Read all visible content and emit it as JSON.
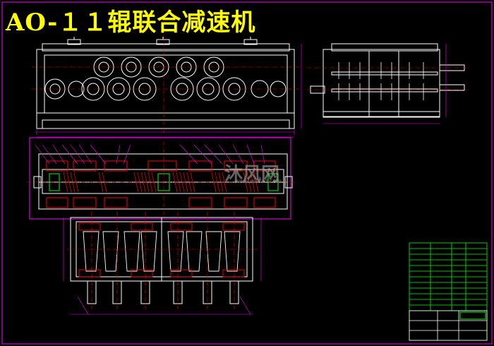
{
  "title": "AO-１１辊联合减速机",
  "watermark": {
    "text": "沐风网",
    "url": "www.mfcad.com"
  },
  "colors": {
    "background": "#000000",
    "outline": "#ffffff",
    "centerline": "#ff0000",
    "gears": "#ff0000",
    "leaders": "#ff00ff",
    "frame": "#ff00ff",
    "table": "#00ff00",
    "title": "#ffff00"
  }
}
